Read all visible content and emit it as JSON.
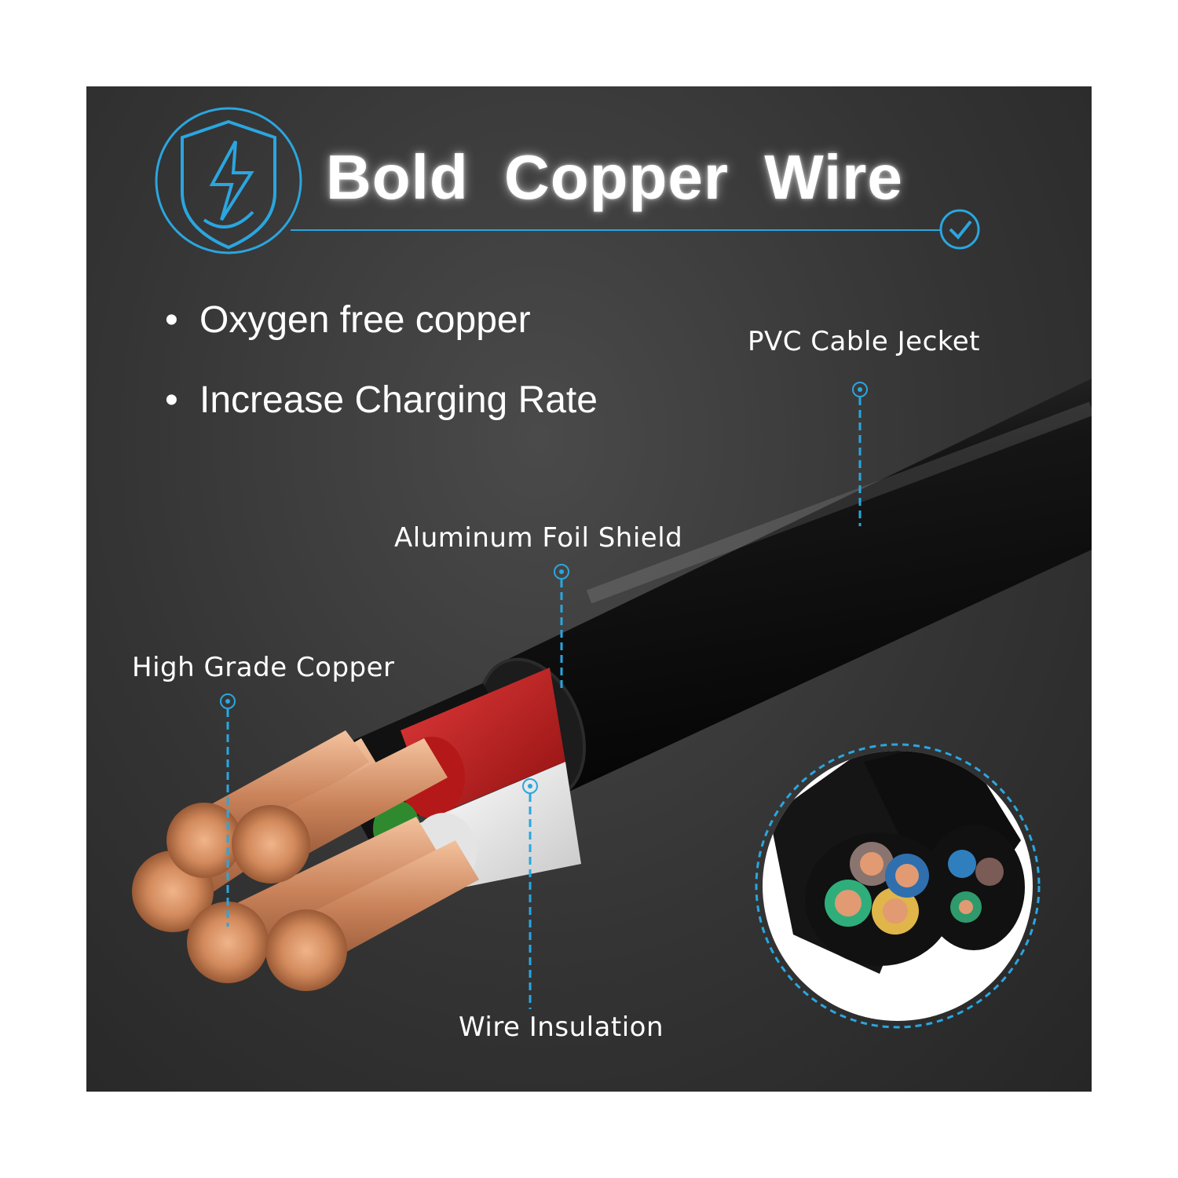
{
  "heading": {
    "title": "Bold  Copper  Wire",
    "badge_icon": "shield-lightning-icon",
    "check_icon": "check-circle-icon"
  },
  "features": [
    {
      "text": "Oxygen free copper"
    },
    {
      "text": "Increase Charging Rate"
    }
  ],
  "callouts": {
    "jacket": "PVC Cable Jecket",
    "shield": "Aluminum Foil Shield",
    "copper": "High Grade Copper",
    "insulation": "Wire Insulation"
  },
  "colors": {
    "accent": "#2aa6e0",
    "copper": "#d28a5c",
    "red_core": "#c81e1e",
    "white_core": "#ececec"
  }
}
